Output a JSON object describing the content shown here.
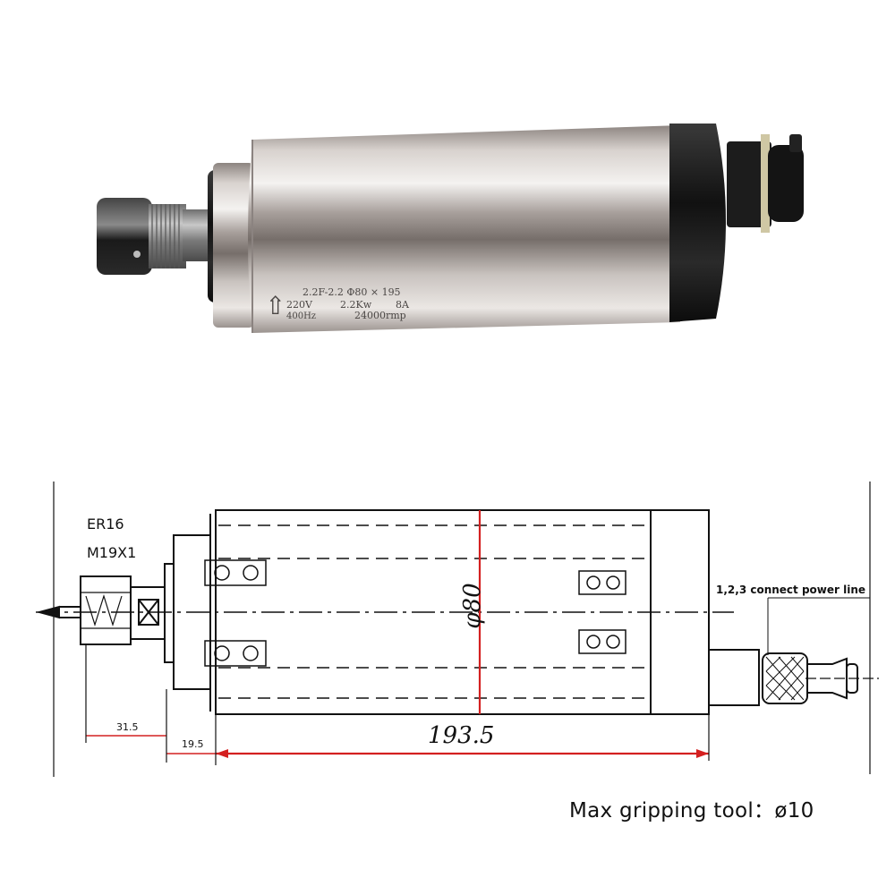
{
  "photo": {
    "nameplate": {
      "line1": "2.2F-2.2 Φ80 × 195",
      "line2a": "220V",
      "line2b": "2.2Kw",
      "line2c": "8A",
      "line3a": "400Hz",
      "line3b": "24000rmp"
    }
  },
  "drawing": {
    "collet_label": "ER16",
    "thread_label": "M19X1",
    "power_note": "1,2,3 connect power line",
    "diameter_label": "φ80",
    "length_label": "193.5",
    "dim_left": "31.5",
    "dim_mid": "19.5"
  },
  "caption": "Max gripping tool：ø10",
  "colors": {
    "dimension_red": "#d42020",
    "body_steel": "#b9b2ae",
    "end_cap": "#161616"
  }
}
